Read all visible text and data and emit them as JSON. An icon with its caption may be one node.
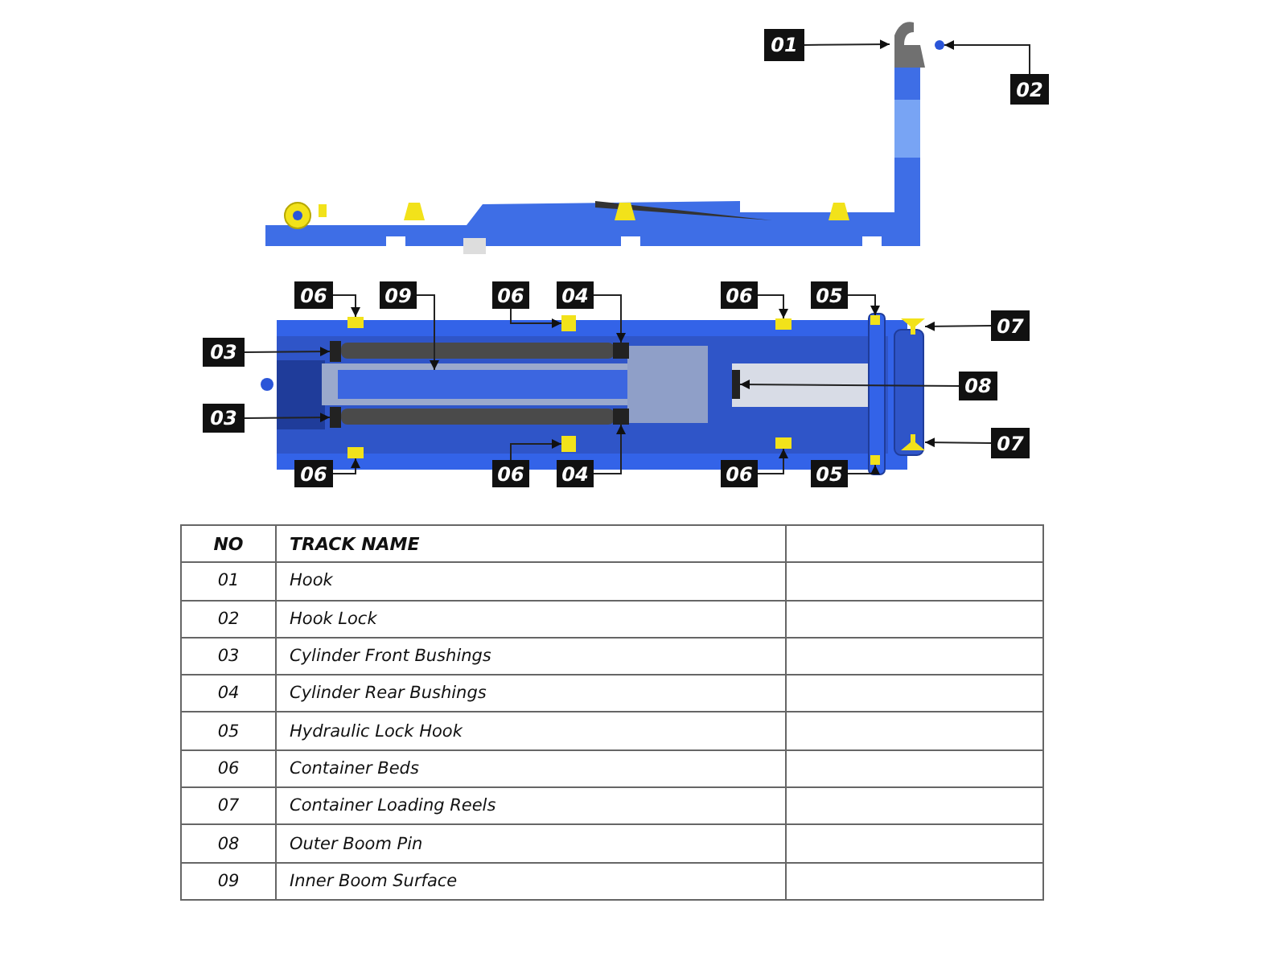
{
  "diagram": {
    "nodes": [
      {
        "text": [
          "01"
        ]
      },
      {
        "text": [
          "02"
        ]
      },
      {
        "text": [
          "06"
        ]
      },
      {
        "text": [
          "09"
        ]
      },
      {
        "text": [
          "06"
        ]
      },
      {
        "text": [
          "04"
        ]
      },
      {
        "text": [
          "06"
        ]
      },
      {
        "text": [
          "05"
        ]
      },
      {
        "text": [
          "07"
        ]
      },
      {
        "text": [
          "03"
        ]
      },
      {
        "text": [
          "08"
        ]
      },
      {
        "text": [
          "03"
        ]
      },
      {
        "text": [
          "07"
        ]
      },
      {
        "text": [
          "06"
        ]
      },
      {
        "text": [
          "06"
        ]
      },
      {
        "text": [
          "04"
        ]
      },
      {
        "text": [
          "06"
        ]
      },
      {
        "text": [
          "05"
        ]
      },
      {
        "text": [],
        "shape": "picture"
      },
      {
        "text": [],
        "shape": "circle"
      },
      {
        "text": [],
        "shape": "box"
      },
      {
        "text": [],
        "shape": "bar"
      },
      {
        "text": [],
        "shape": "box"
      },
      {
        "text": [],
        "shape": "box"
      },
      {
        "text": [],
        "shape": "box"
      },
      {
        "text": [],
        "shape": "box"
      },
      {
        "text": [],
        "shape": "picture"
      },
      {
        "text": [],
        "shape": "box"
      },
      {
        "text": [],
        "shape": "bar"
      },
      {
        "text": [],
        "shape": "box"
      },
      {
        "text": [],
        "shape": "picture"
      },
      {
        "text": [],
        "shape": "box"
      },
      {
        "text": [],
        "shape": "box"
      },
      {
        "text": [],
        "shape": "box"
      },
      {
        "text": [],
        "shape": "box"
      },
      {
        "text": [],
        "shape": "box"
      }
    ],
    "edges": [
      {
        "from": 0,
        "to": 18,
        "arrow": "to"
      },
      {
        "from": 1,
        "to": 19,
        "arrow": "to"
      },
      {
        "from": 2,
        "to": 20,
        "arrow": "to"
      },
      {
        "from": 3,
        "to": 21,
        "arrow": "to"
      },
      {
        "from": 4,
        "to": 22,
        "arrow": "to"
      },
      {
        "from": 5,
        "to": 23,
        "arrow": "to"
      },
      {
        "from": 6,
        "to": 24,
        "arrow": "to"
      },
      {
        "from": 7,
        "to": 25,
        "arrow": "to"
      },
      {
        "from": 8,
        "to": 26,
        "arrow": "to"
      },
      {
        "from": 9,
        "to": 27,
        "arrow": "to"
      },
      {
        "from": 10,
        "to": 28,
        "arrow": "to"
      },
      {
        "from": 11,
        "to": 29,
        "arrow": "to"
      },
      {
        "from": 12,
        "to": 30,
        "arrow": "to"
      },
      {
        "from": 13,
        "to": 31,
        "arrow": "to"
      },
      {
        "from": 14,
        "to": 32,
        "arrow": "to"
      },
      {
        "from": 15,
        "to": 33,
        "arrow": "to"
      },
      {
        "from": 16,
        "to": 34,
        "arrow": "to"
      },
      {
        "from": 17,
        "to": 35,
        "arrow": "to"
      }
    ],
    "labels": [
      "NO",
      "TRACK NAME",
      "01",
      "Hook",
      "02",
      "Hook Lock",
      "03",
      "Cylinder Front Bushings",
      "04",
      "Cylinder Rear Bushings",
      "05",
      "Hydraulic Lock Hook",
      "06",
      "Container Beds",
      "07",
      "Container Loading Reels",
      "08",
      "Outer Boom Pin",
      "09",
      "Inner Boom Surface"
    ]
  }
}
